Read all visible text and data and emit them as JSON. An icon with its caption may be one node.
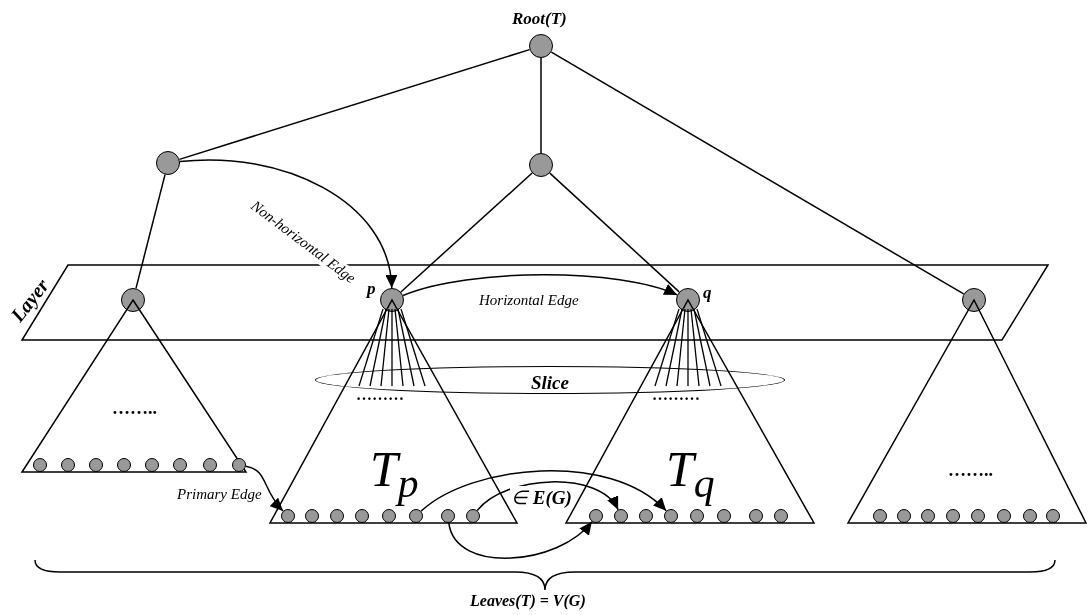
{
  "diagram": {
    "nodes": [
      {
        "text": [],
        "shape": "circle",
        "beside": [
          "Root(T)"
        ]
      },
      {
        "text": [],
        "shape": "circle"
      },
      {
        "text": [],
        "shape": "circle"
      },
      {
        "text": [
          "Layer"
        ]
      },
      {
        "text": [],
        "shape": "circle",
        "in": 3
      },
      {
        "text": [],
        "shape": "circle",
        "in": 3,
        "beside": [
          "p"
        ]
      },
      {
        "text": [],
        "shape": "circle",
        "in": 3,
        "beside": [
          "q"
        ]
      },
      {
        "text": [],
        "shape": "circle",
        "in": 3
      },
      {
        "text": [],
        "shape": "triangle"
      },
      {
        "text": [
          "T$_{p}$"
        ]
      },
      {
        "text": [
          "T$_{q}$"
        ]
      },
      {
        "text": [],
        "shape": "triangle"
      },
      {
        "text": [
          "Slice"
        ]
      },
      {
        "text": [],
        "shape": "circle",
        "in": 8
      },
      {
        "text": [],
        "shape": "circle",
        "in": 8
      },
      {
        "text": [],
        "shape": "circle",
        "in": 8
      },
      {
        "text": [],
        "shape": "circle",
        "in": 8
      },
      {
        "text": [],
        "shape": "circle",
        "in": 8
      },
      {
        "text": [],
        "shape": "circle",
        "in": 8
      },
      {
        "text": [],
        "shape": "circle",
        "in": 8
      },
      {
        "text": [],
        "shape": "circle",
        "in": 8
      },
      {
        "text": [],
        "shape": "circle",
        "in": 9
      },
      {
        "text": [],
        "shape": "circle",
        "in": 9
      },
      {
        "text": [],
        "shape": "circle",
        "in": 9
      },
      {
        "text": [],
        "shape": "circle",
        "in": 9
      },
      {
        "text": [],
        "shape": "circle",
        "in": 9
      },
      {
        "text": [],
        "shape": "circle",
        "in": 9
      },
      {
        "text": [],
        "shape": "circle",
        "in": 9
      },
      {
        "text": [],
        "shape": "circle",
        "in": 9
      },
      {
        "text": [],
        "shape": "circle",
        "in": 10
      },
      {
        "text": [],
        "shape": "circle",
        "in": 10
      },
      {
        "text": [],
        "shape": "circle",
        "in": 10
      },
      {
        "text": [],
        "shape": "circle",
        "in": 10
      },
      {
        "text": [],
        "shape": "circle",
        "in": 10
      },
      {
        "text": [],
        "shape": "circle",
        "in": 10
      },
      {
        "text": [],
        "shape": "circle",
        "in": 10
      },
      {
        "text": [],
        "shape": "circle",
        "in": 10
      },
      {
        "text": [],
        "shape": "circle",
        "in": 11
      },
      {
        "text": [],
        "shape": "circle",
        "in": 11
      },
      {
        "text": [],
        "shape": "circle",
        "in": 11
      },
      {
        "text": [],
        "shape": "circle",
        "in": 11
      },
      {
        "text": [],
        "shape": "circle",
        "in": 11
      },
      {
        "text": [],
        "shape": "circle",
        "in": 11
      },
      {
        "text": [],
        "shape": "circle",
        "in": 11
      },
      {
        "text": [],
        "shape": "circle",
        "in": 11
      }
    ],
    "edges": [
      {
        "from": 0,
        "to": 1,
        "arrow": "none"
      },
      {
        "from": 0,
        "to": 2,
        "arrow": "none"
      },
      {
        "from": 0,
        "to": 7,
        "arrow": "none"
      },
      {
        "from": 1,
        "to": 4,
        "arrow": "none"
      },
      {
        "from": 2,
        "to": 5,
        "arrow": "none"
      },
      {
        "from": 2,
        "to": 6,
        "arrow": "none"
      },
      {
        "from": 1,
        "to": 5,
        "arrow": "to",
        "label": "Non-horizontal Edge"
      },
      {
        "from": 5,
        "to": 6,
        "arrow": "to",
        "label": "Horizontal Edge"
      },
      {
        "from": 20,
        "to": 21,
        "arrow": "to",
        "label": "Primary Edge"
      },
      {
        "from": 26,
        "to": 32,
        "arrow": "to",
        "label": "∈ **E(G)**"
      },
      {
        "from": 28,
        "to": 30,
        "arrow": "to"
      },
      {
        "from": 27,
        "to": 29,
        "arrow": "to"
      }
    ],
    "labels": [
      "……..",
      "………",
      "………",
      "……..",
      "Leaves(T) = V(G)"
    ]
  }
}
